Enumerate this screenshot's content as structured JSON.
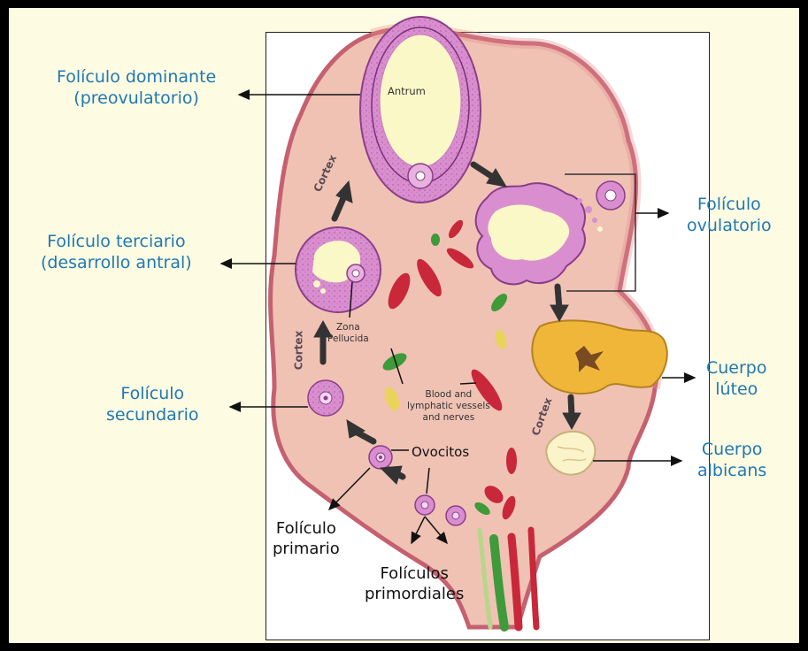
{
  "labels": {
    "dominant_title": "Folículo dominante",
    "dominant_sub": "(preovulatorio)",
    "tertiary_title": "Folículo terciario",
    "tertiary_sub": "(desarrollo antral)",
    "secondary_line1": "Folículo",
    "secondary_line2": "secundario",
    "primary_line1": "Folículo",
    "primary_line2": "primario",
    "primordial_line1": "Folículos",
    "primordial_line2": "primordiales",
    "ovulatory_line1": "Folículo",
    "ovulatory_line2": "ovulatorio",
    "luteum_line1": "Cuerpo",
    "luteum_line2": "lúteo",
    "albicans_line1": "Cuerpo",
    "albicans_line2": "albicans",
    "ovocitos": "Ovocitos"
  },
  "inner_labels": {
    "antrum": "Antrum",
    "zona_line1": "Zona",
    "zona_line2": "Pellucida",
    "vessels_line1": "Blood and",
    "vessels_line2": "lymphatic vessels",
    "vessels_line3": "and nerves",
    "cortex": "Cortex"
  },
  "colors": {
    "label_blue": "#1f78b4",
    "frame_bg": "#fdfbe1",
    "ovary_fill": "#efc2b4",
    "ovary_edge": "#c5616f",
    "follicle": "#d98fcf",
    "vessel_red": "#c8283a",
    "vessel_green": "#3f9a3a",
    "luteum": "#f0b63a"
  }
}
